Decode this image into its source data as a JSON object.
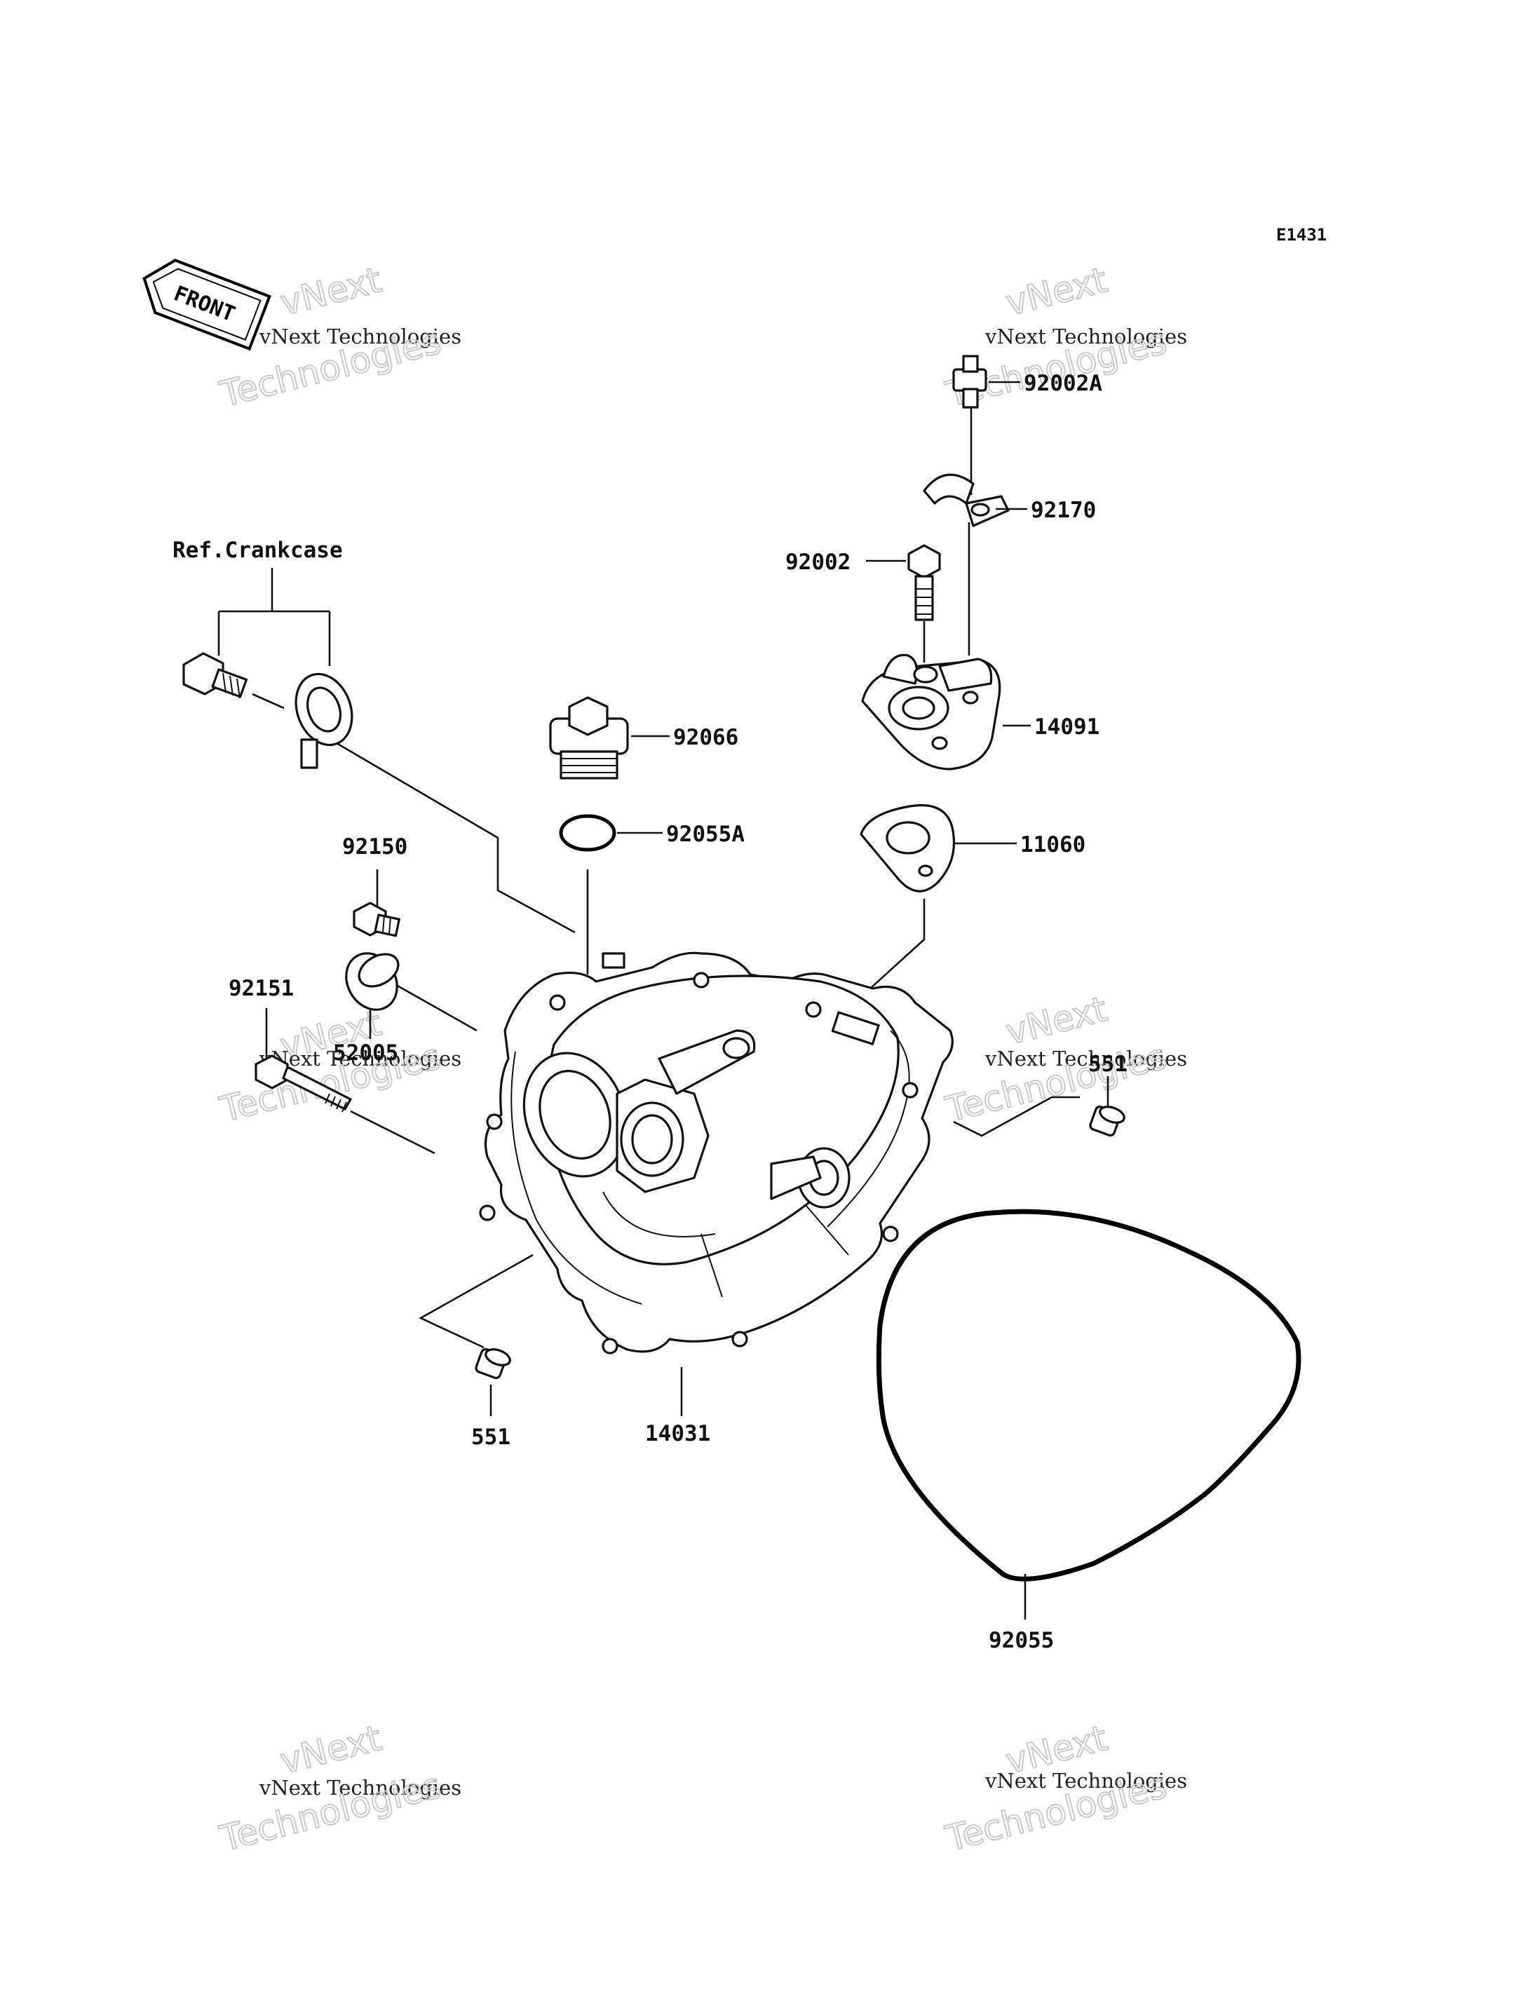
{
  "diagram_code": "E1431",
  "front_label": "FRONT",
  "reference_label": "Ref.Crankcase",
  "parts": [
    {
      "id": "92002A",
      "label": "92002A"
    },
    {
      "id": "92170",
      "label": "92170"
    },
    {
      "id": "92002",
      "label": "92002"
    },
    {
      "id": "14091",
      "label": "14091"
    },
    {
      "id": "92066",
      "label": "92066"
    },
    {
      "id": "92055A",
      "label": "92055A"
    },
    {
      "id": "11060",
      "label": "11060"
    },
    {
      "id": "92150",
      "label": "92150"
    },
    {
      "id": "92151",
      "label": "92151"
    },
    {
      "id": "52005",
      "label": "52005"
    },
    {
      "id": "551-right",
      "label": "551"
    },
    {
      "id": "551-left",
      "label": "551"
    },
    {
      "id": "14031",
      "label": "14031"
    },
    {
      "id": "92055",
      "label": "92055"
    }
  ],
  "watermark": {
    "line1": "vNext",
    "line2": "vNext Technologies",
    "line3": "Technologies"
  }
}
